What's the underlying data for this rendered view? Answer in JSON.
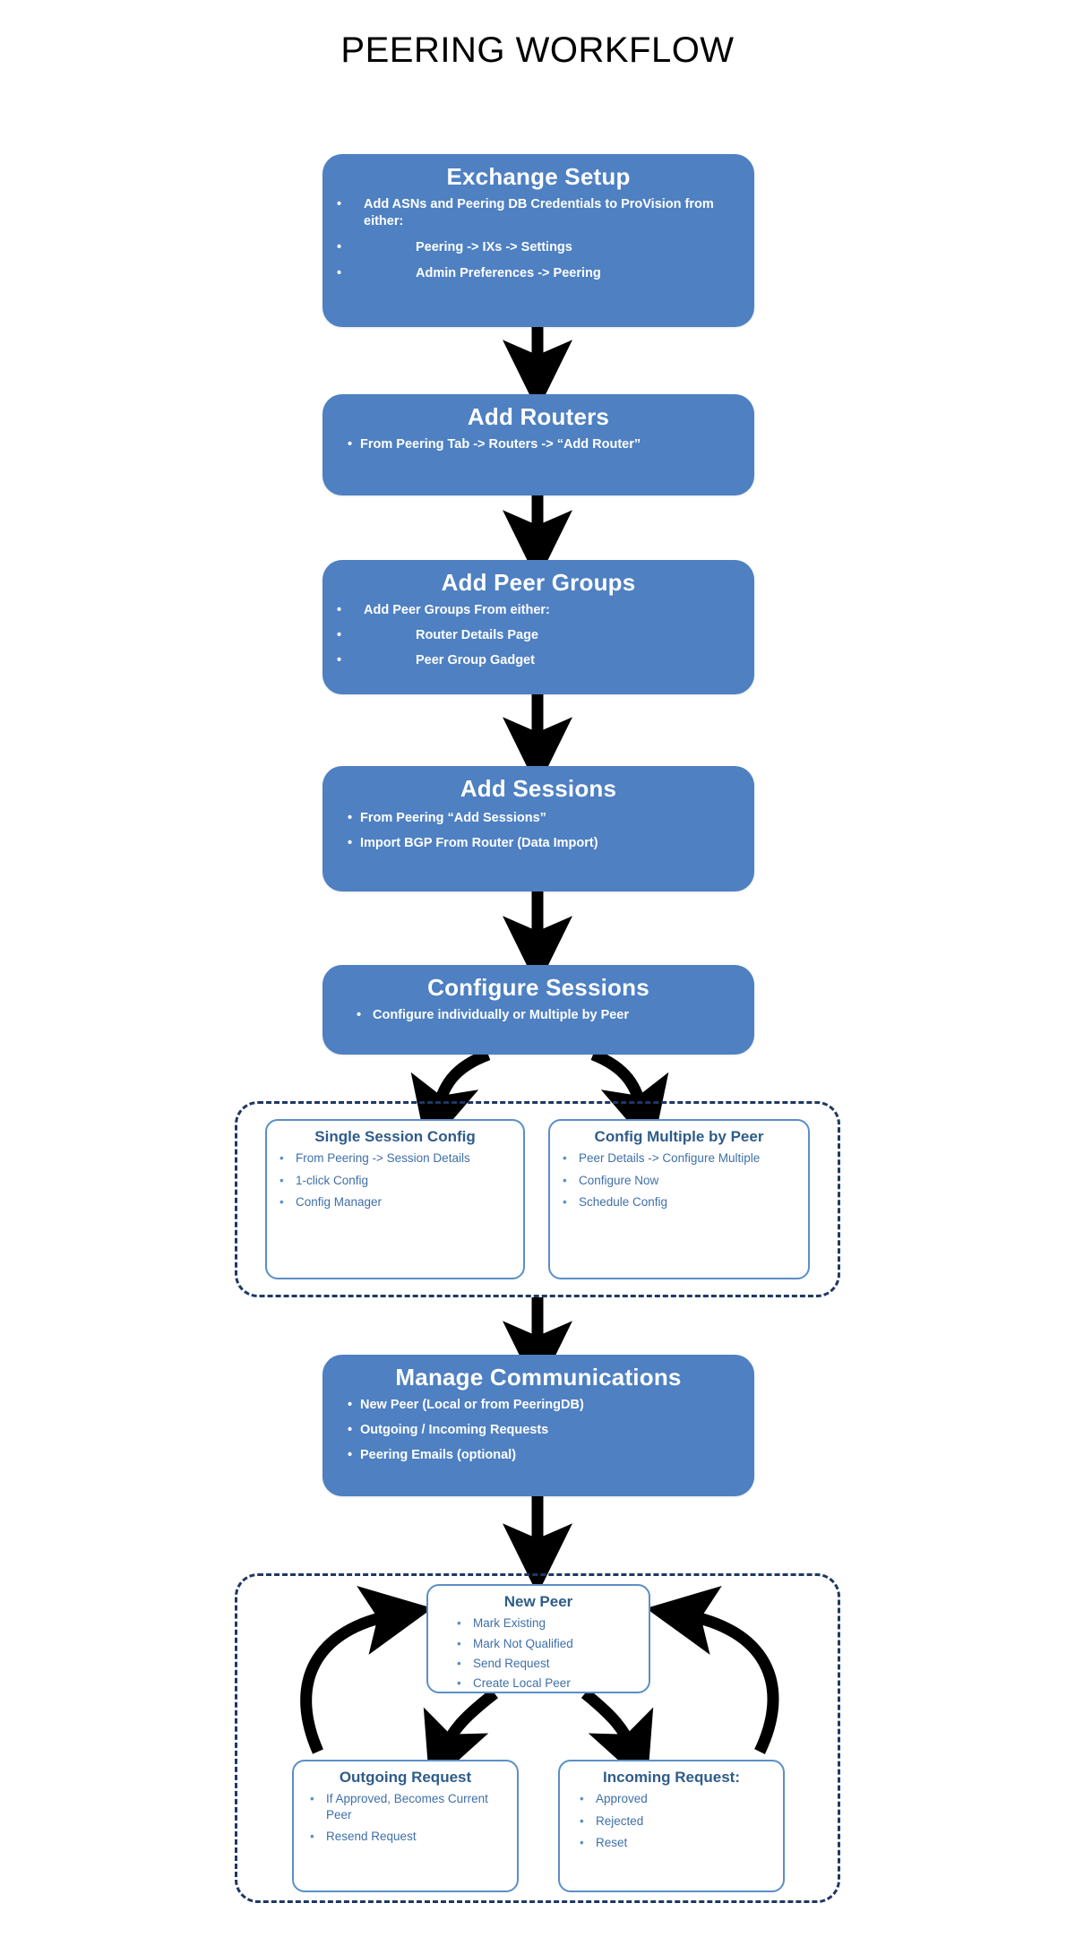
{
  "page": {
    "title": "PEERING WORKFLOW",
    "background": "#FFFFFF"
  },
  "colors": {
    "stage_fill": "#4E80C2",
    "stage_text": "#FFFFFF",
    "subbox_border": "#5B8FC7",
    "subbox_title_text": "#2E5C8A",
    "subbox_body_text": "#3F6FA8",
    "dashed_border": "#1F3864",
    "arrow": "#000000",
    "title_text": "#000000"
  },
  "bullet_glyph": "•",
  "stages": [
    {
      "id": "exchange-setup",
      "title": "Exchange Setup",
      "bullets": [
        {
          "text": "Add ASNs and Peering DB Credentials to ProVision from either:",
          "level": 1
        },
        {
          "text": "Peering -> IXs -> Settings",
          "level": 2
        },
        {
          "text": "Admin Preferences -> Peering",
          "level": 2
        }
      ]
    },
    {
      "id": "add-routers",
      "title": "Add Routers",
      "bullets": [
        {
          "text": "From Peering Tab -> Routers -> “Add Router”",
          "level": 1
        }
      ]
    },
    {
      "id": "add-peer-groups",
      "title": "Add Peer Groups",
      "bullets": [
        {
          "text": "Add Peer Groups From either:",
          "level": 1
        },
        {
          "text": "Router Details Page",
          "level": 2
        },
        {
          "text": "Peer Group Gadget",
          "level": 2
        }
      ]
    },
    {
      "id": "add-sessions",
      "title": "Add Sessions",
      "bullets": [
        {
          "text": "From  Peering “Add Sessions”",
          "level": 1
        },
        {
          "text": "Import BGP From Router (Data Import)",
          "level": 1
        }
      ]
    },
    {
      "id": "configure-sessions",
      "title": "Configure Sessions",
      "bullets": [
        {
          "text": "Configure individually or Multiple by Peer",
          "level": 1
        }
      ]
    },
    {
      "id": "manage-communications",
      "title": "Manage Communications",
      "bullets": [
        {
          "text": "New Peer (Local or from PeeringDB)",
          "level": 1
        },
        {
          "text": "Outgoing / Incoming Requests",
          "level": 1
        },
        {
          "text": "Peering Emails (optional)",
          "level": 1
        }
      ]
    }
  ],
  "config_group": {
    "boxes": [
      {
        "id": "single-session-config",
        "title": "Single Session Config",
        "bullets": [
          "From Peering -> Session Details",
          "1-click Config",
          "Config Manager"
        ]
      },
      {
        "id": "config-multiple-by-peer",
        "title": "Config Multiple by Peer",
        "bullets": [
          "Peer Details -> Configure Multiple",
          "Configure Now",
          "Schedule Config"
        ]
      }
    ]
  },
  "communications_group": {
    "boxes": [
      {
        "id": "new-peer",
        "title": "New Peer",
        "bullets": [
          "Mark Existing",
          "Mark Not Qualified",
          "Send Request",
          "Create Local Peer"
        ]
      },
      {
        "id": "outgoing-request",
        "title": "Outgoing Request",
        "bullets": [
          "If Approved, Becomes Current Peer",
          "Resend Request"
        ]
      },
      {
        "id": "incoming-request",
        "title": "Incoming Request:",
        "bullets": [
          "Approved",
          "Rejected",
          "Reset"
        ]
      }
    ]
  }
}
